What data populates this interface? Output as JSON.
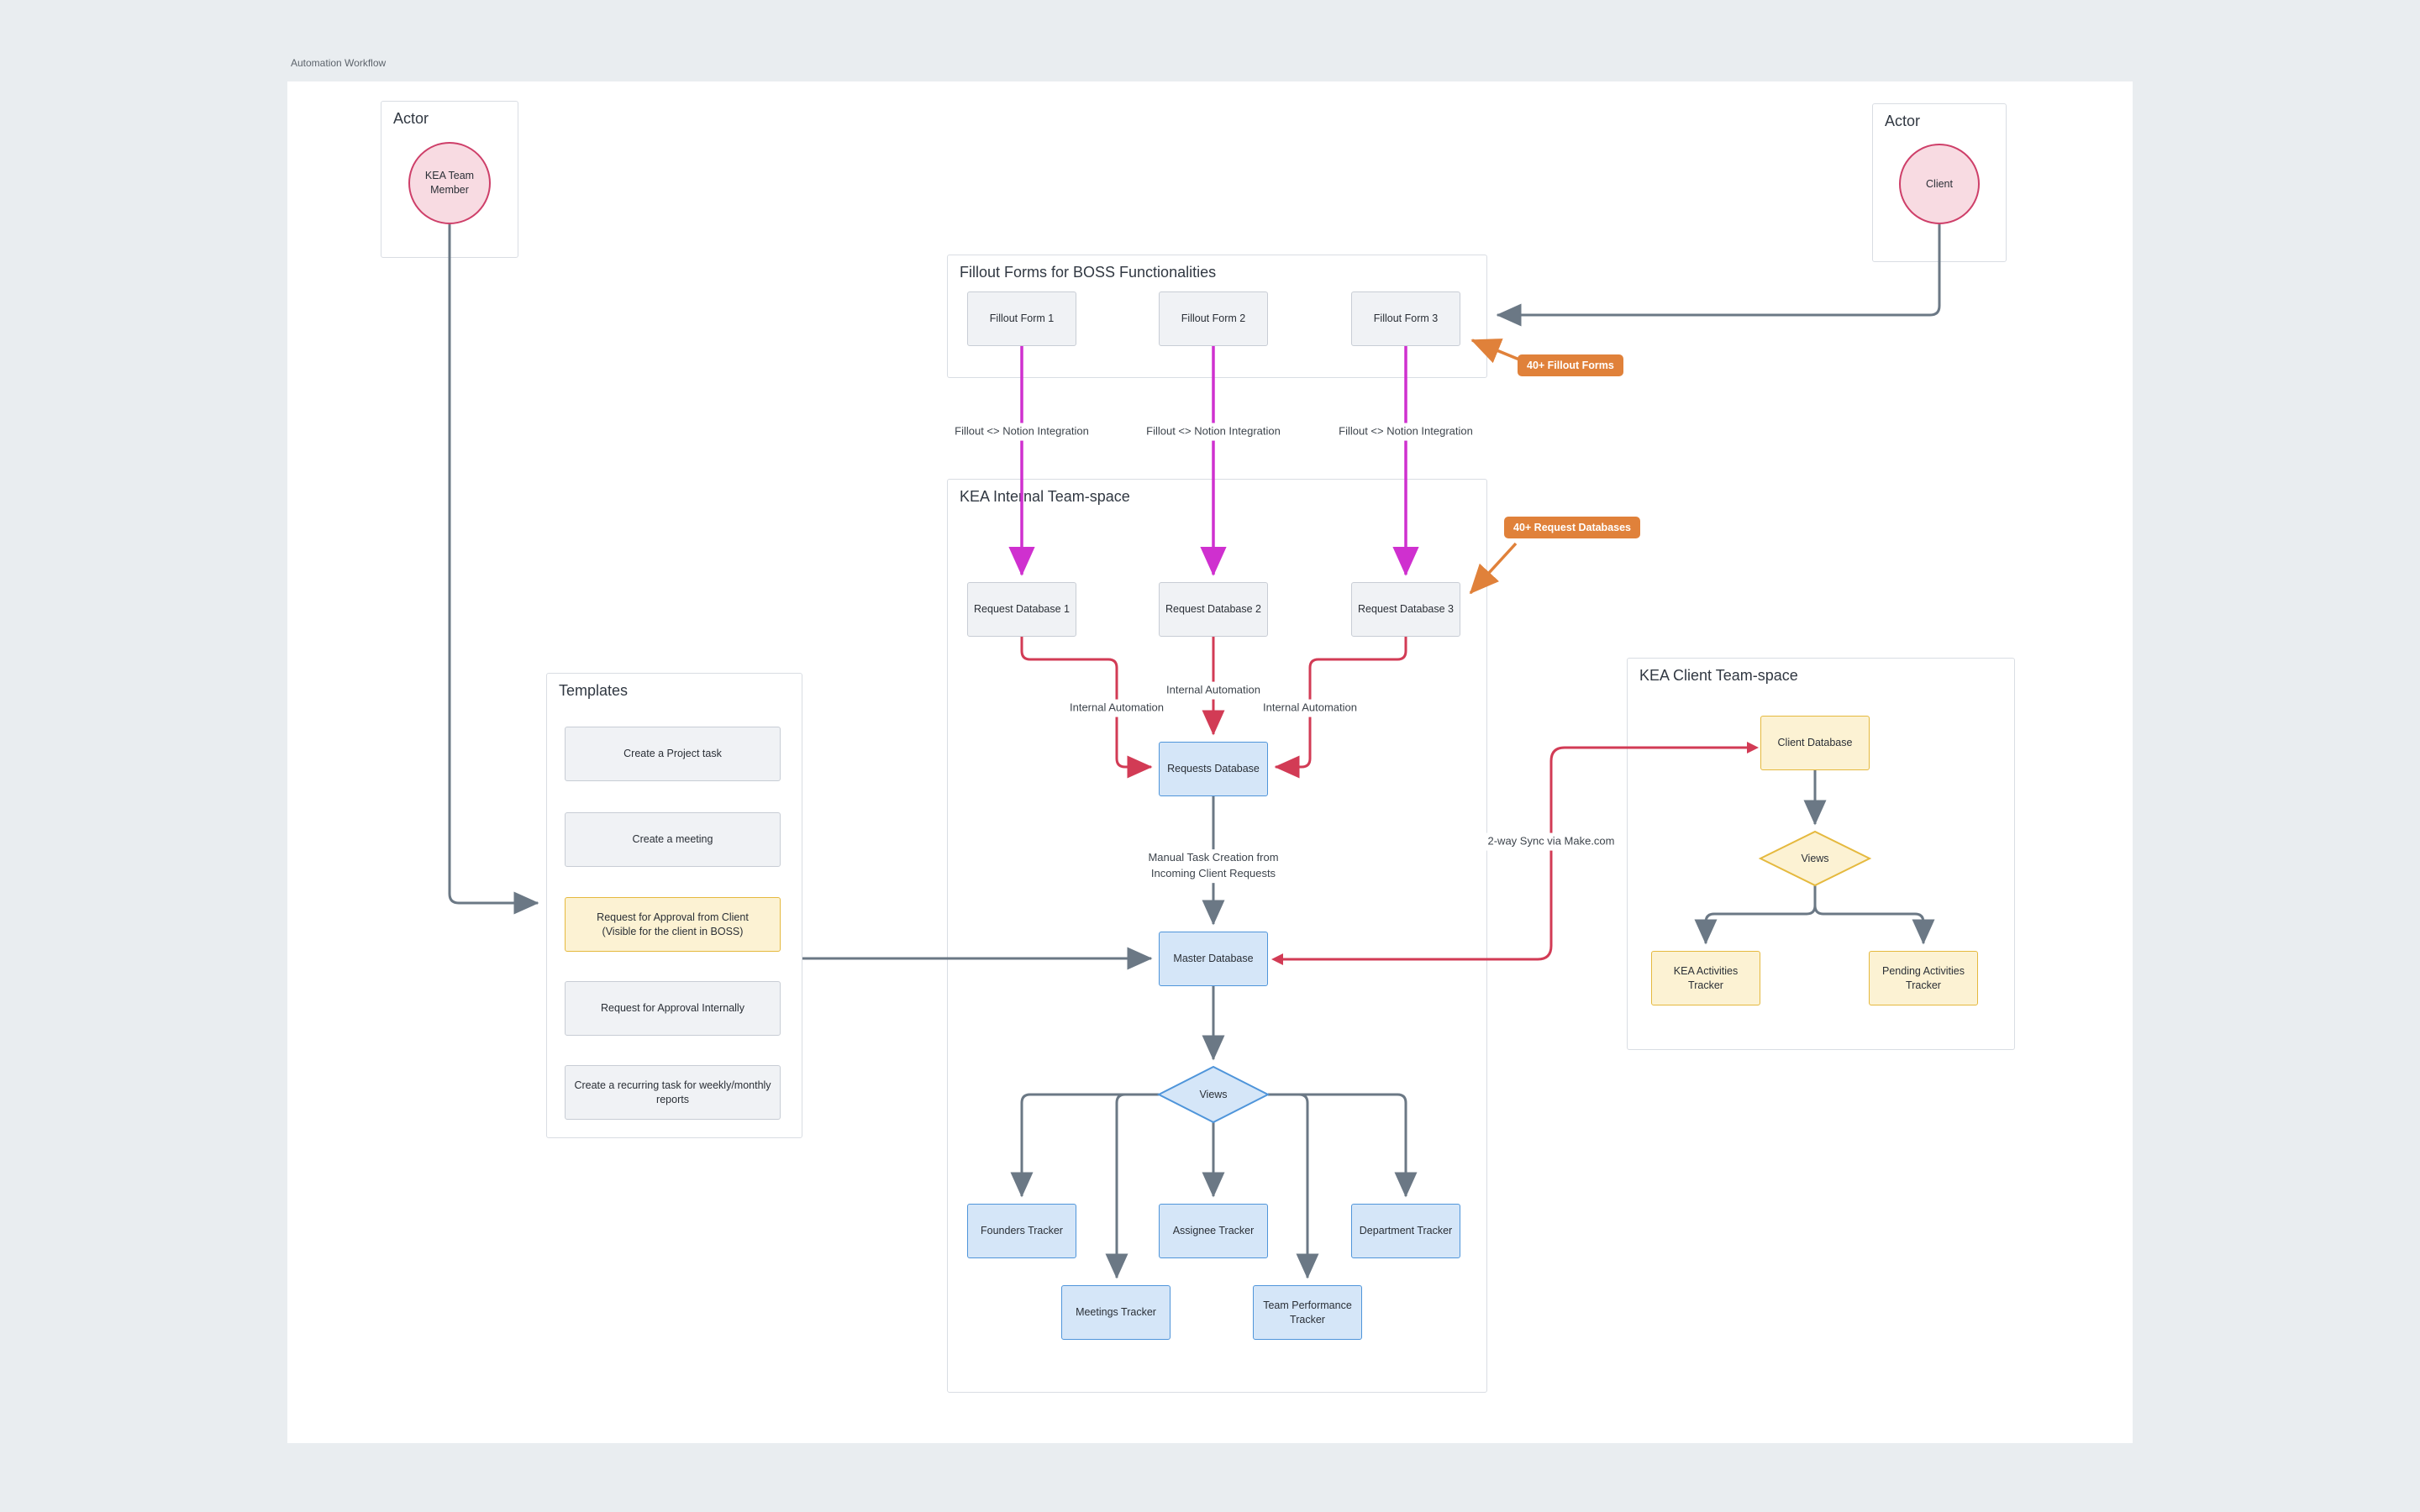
{
  "page": {
    "file_label": "Automation Workflow",
    "background": "#e9edf0",
    "canvas": "#ffffff"
  },
  "colors": {
    "magenta_edge": "#cf30cf",
    "red_edge": "#d23b55",
    "gray_edge": "#6b7885",
    "orange": "#e0813a",
    "blue_node_fill": "#d5e6f8",
    "blue_node_border": "#4f95da",
    "yellow_node_fill": "#fcf2d3",
    "yellow_node_border": "#e5b93e",
    "actor_fill": "#f8dbe2",
    "actor_border": "#ce3f69",
    "gray_node_fill": "#f0f2f5",
    "gray_node_border": "#c8cdd5"
  },
  "actors": {
    "left": {
      "title": "Actor",
      "node": "KEA Team Member"
    },
    "right": {
      "title": "Actor",
      "node": "Client"
    }
  },
  "fillout": {
    "title": "Fillout Forms for BOSS Functionalities",
    "forms": [
      "Fillout Form 1",
      "Fillout Form 2",
      "Fillout Form 3"
    ],
    "integration_label": "Fillout <> Notion Integration"
  },
  "internal": {
    "title": "KEA Internal Team-space",
    "request_databases": [
      "Request Database 1",
      "Request Database 2",
      "Request Database 3"
    ],
    "automation_label": "Internal Automation",
    "requests_db": "Requests Database",
    "manual_task_label": "Manual Task Creation from\nIncoming Client Requests",
    "master_db": "Master Database",
    "views": "Views",
    "trackers_row1": [
      "Founders Tracker",
      "Assignee Tracker",
      "Department Tracker"
    ],
    "trackers_row2": [
      "Meetings Tracker",
      "Team Performance Tracker"
    ]
  },
  "templates": {
    "title": "Templates",
    "items": [
      "Create a Project task",
      "Create a meeting",
      "Request for Approval from Client\n(Visible for the client in BOSS)",
      "Request for Approval Internally",
      "Create a recurring task for weekly/monthly reports"
    ]
  },
  "client_space": {
    "title": "KEA Client Team-space",
    "client_db": "Client Database",
    "views": "Views",
    "trackers": [
      "KEA Activities Tracker",
      "Pending Activities Tracker"
    ],
    "sync_label": "2-way Sync via Make.com"
  },
  "badges": {
    "fillout": "40+ Fillout Forms",
    "request": "40+ Request Databases"
  }
}
